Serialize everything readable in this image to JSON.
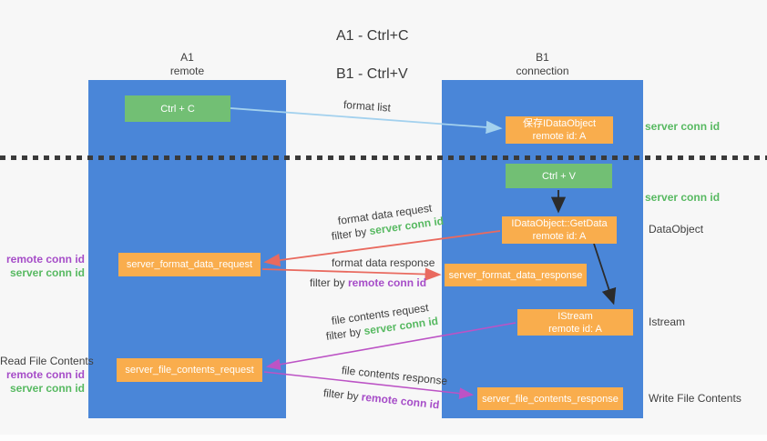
{
  "title": {
    "line1": "A1 - Ctrl+C",
    "line2": "B1 - Ctrl+V"
  },
  "lifelines": {
    "left": {
      "id": "A1",
      "name": "remote"
    },
    "right": {
      "id": "B1",
      "name": "connection"
    }
  },
  "boxes": {
    "ctrl_c": "Ctrl + C",
    "ctrl_v": "Ctrl + V",
    "save_dataobject": {
      "line1": "保存IDataObject",
      "line2": "remote id: A"
    },
    "getdata": {
      "line1": "IDataObject::GetData",
      "line2": "remote id: A"
    },
    "istream": {
      "line1": "IStream",
      "line2": "remote id: A"
    },
    "format_request": "server_format_data_request",
    "format_response": "server_format_data_response",
    "file_request": "server_file_contents_request",
    "file_response": "server_file_contents_response"
  },
  "arrows": {
    "format_list": "format list",
    "format_data_request": {
      "label": "format data request",
      "filter": "filter by ",
      "key": "server conn id"
    },
    "format_data_response": {
      "label": "format data response",
      "filter": "filter by ",
      "key": "remote conn id"
    },
    "file_contents_request": {
      "label": "file contents request",
      "filter": "filter by ",
      "key": "server conn id"
    },
    "file_contents_response": {
      "label": "file contents response",
      "filter": "filter by ",
      "key": "remote conn id"
    }
  },
  "side_labels": {
    "server_conn_id_top": "server conn id",
    "server_conn_id_mid": "server conn id",
    "dataobject": "DataObject",
    "istream": "Istream",
    "write_file_contents": "Write File Contents",
    "read_file_contents": "Read File Contents",
    "left_group1": {
      "remote": "remote conn id",
      "server": "server conn id"
    },
    "left_group2": {
      "remote": "remote conn id",
      "server": "server conn id"
    }
  },
  "colors": {
    "column_blue": "#4a86d8",
    "box_orange": "#f9ad4d",
    "box_green": "#72bf74",
    "green_text": "#57b961",
    "purple_text": "#a64dc8",
    "red_arrow": "#e96a5f",
    "magenta_arrow": "#bc53c5",
    "light_blue_arrow": "#a3d1ee",
    "black_arrow": "#2b2b2b",
    "background": "#f7f7f7"
  }
}
